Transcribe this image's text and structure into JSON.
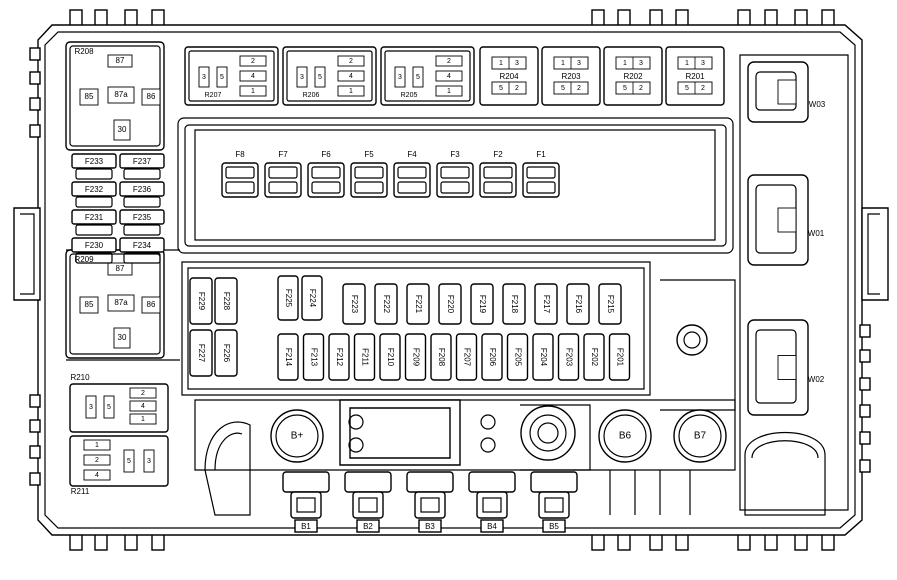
{
  "relays_large": [
    {
      "id": "R208",
      "pins": [
        "87",
        "85",
        "87a",
        "86",
        "30"
      ]
    },
    {
      "id": "R209",
      "pins": [
        "87",
        "85",
        "87a",
        "86",
        "30"
      ]
    }
  ],
  "relays_micro": [
    {
      "id": "R207",
      "pins": [
        "3",
        "5",
        "2",
        "4",
        "1"
      ]
    },
    {
      "id": "R206",
      "pins": [
        "3",
        "5",
        "2",
        "4",
        "1"
      ]
    },
    {
      "id": "R205",
      "pins": [
        "3",
        "5",
        "2",
        "4",
        "1"
      ]
    }
  ],
  "relays_mini": [
    {
      "id": "R204",
      "pins": [
        "1",
        "3",
        "5",
        "2"
      ]
    },
    {
      "id": "R203",
      "pins": [
        "1",
        "3",
        "5",
        "2"
      ]
    },
    {
      "id": "R202",
      "pins": [
        "1",
        "3",
        "5",
        "2"
      ]
    },
    {
      "id": "R201",
      "pins": [
        "1",
        "3",
        "5",
        "2"
      ]
    }
  ],
  "relays_bottom": [
    {
      "id": "R210",
      "pins": [
        "3",
        "5",
        "2",
        "4",
        "1"
      ]
    },
    {
      "id": "R211",
      "pins": [
        "1",
        "2",
        "4",
        "5",
        "3"
      ]
    }
  ],
  "fuses_top": [
    "F8",
    "F7",
    "F6",
    "F5",
    "F4",
    "F3",
    "F2",
    "F1"
  ],
  "fuses_left_grid": [
    "F233",
    "F237",
    "F232",
    "F236",
    "F231",
    "F235",
    "F230",
    "F234"
  ],
  "fuses_jcase": [
    "F229",
    "F228",
    "F227",
    "F226"
  ],
  "fuses_pair": [
    "F225",
    "F224"
  ],
  "fuses_row1": [
    "F223",
    "F222",
    "F221",
    "F220",
    "F219",
    "F218",
    "F217",
    "F216",
    "F215"
  ],
  "fuses_row2": [
    "F214",
    "F213",
    "F212",
    "F211",
    "F210",
    "F209",
    "F208",
    "F207",
    "F206",
    "F205",
    "F204",
    "F203",
    "F202",
    "F201"
  ],
  "connectors": [
    "W03",
    "W01",
    "W02"
  ],
  "studs": [
    "B+",
    "B6",
    "B7"
  ],
  "terminals": [
    "B1",
    "B2",
    "B3",
    "B4",
    "B5"
  ]
}
